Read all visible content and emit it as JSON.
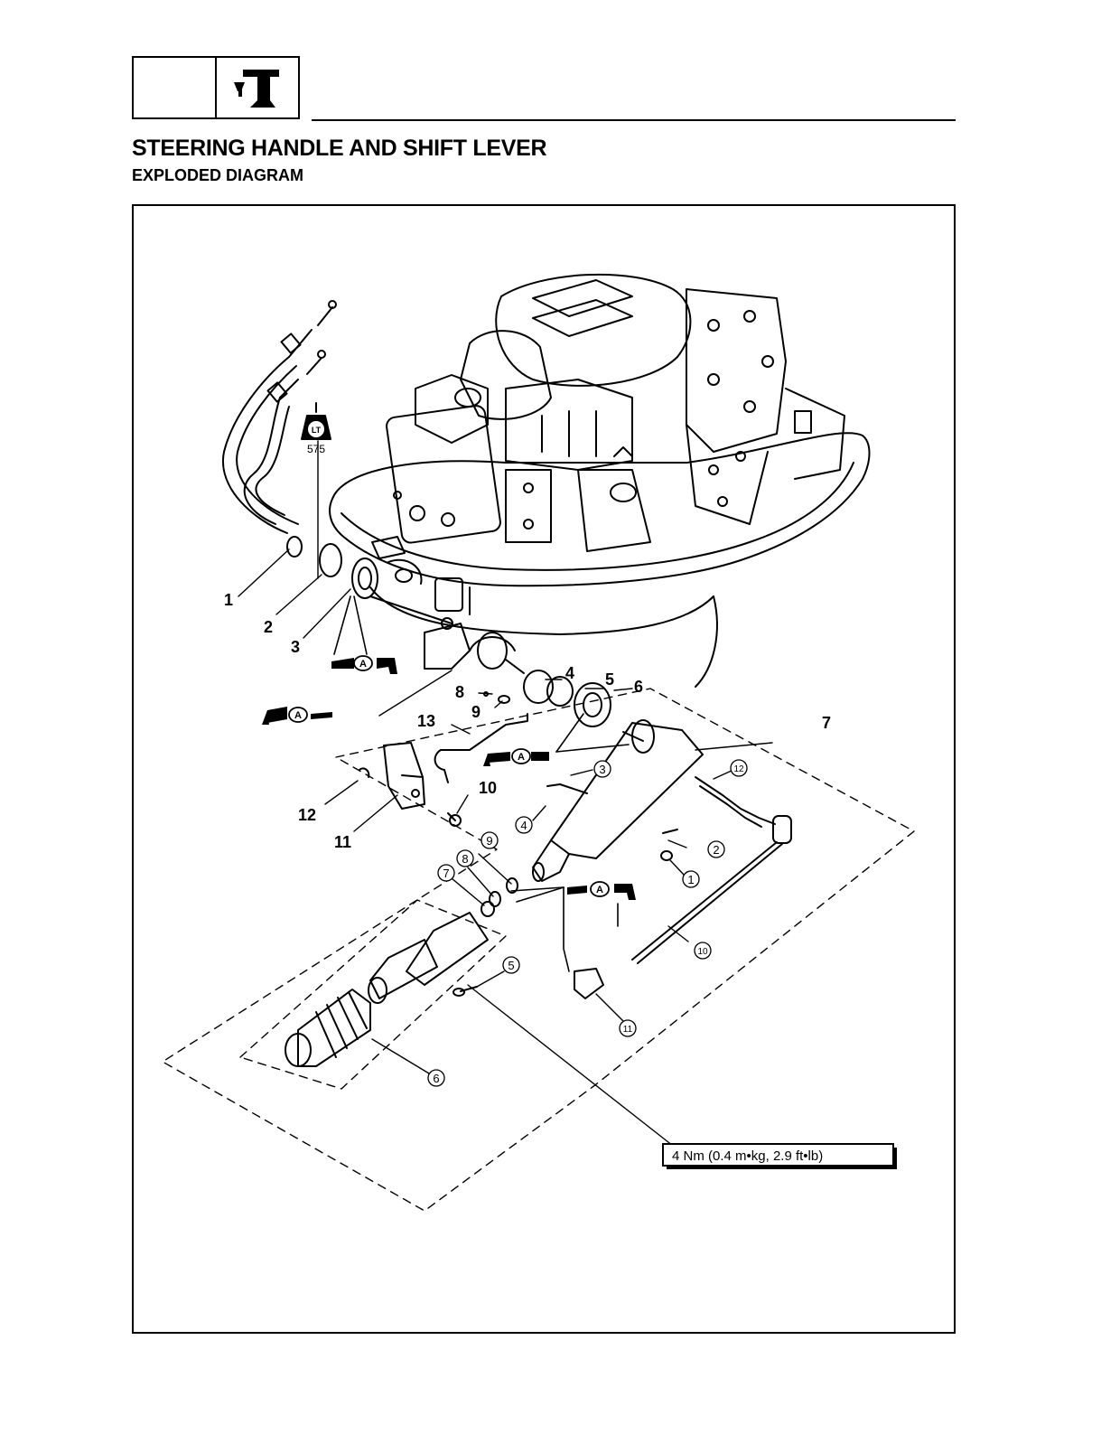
{
  "header": {
    "title": "STEERING HANDLE AND SHIFT LEVER",
    "subtitle": "EXPLODED DIAGRAM"
  },
  "diagram": {
    "loctite_code": "575",
    "loctite_letters": "LT",
    "grease_letter": "A",
    "torque_spec": "4 Nm (0.4 m•kg, 2.9 ft•lb)",
    "callouts": [
      "1",
      "2",
      "3",
      "4",
      "5",
      "6",
      "7",
      "8",
      "9",
      "10",
      "11",
      "12",
      "13"
    ],
    "circled_callouts": [
      "①",
      "②",
      "③",
      "④",
      "⑤",
      "⑥",
      "⑦",
      "⑧",
      "⑨",
      "⑩",
      "⑪",
      "⑫"
    ]
  }
}
